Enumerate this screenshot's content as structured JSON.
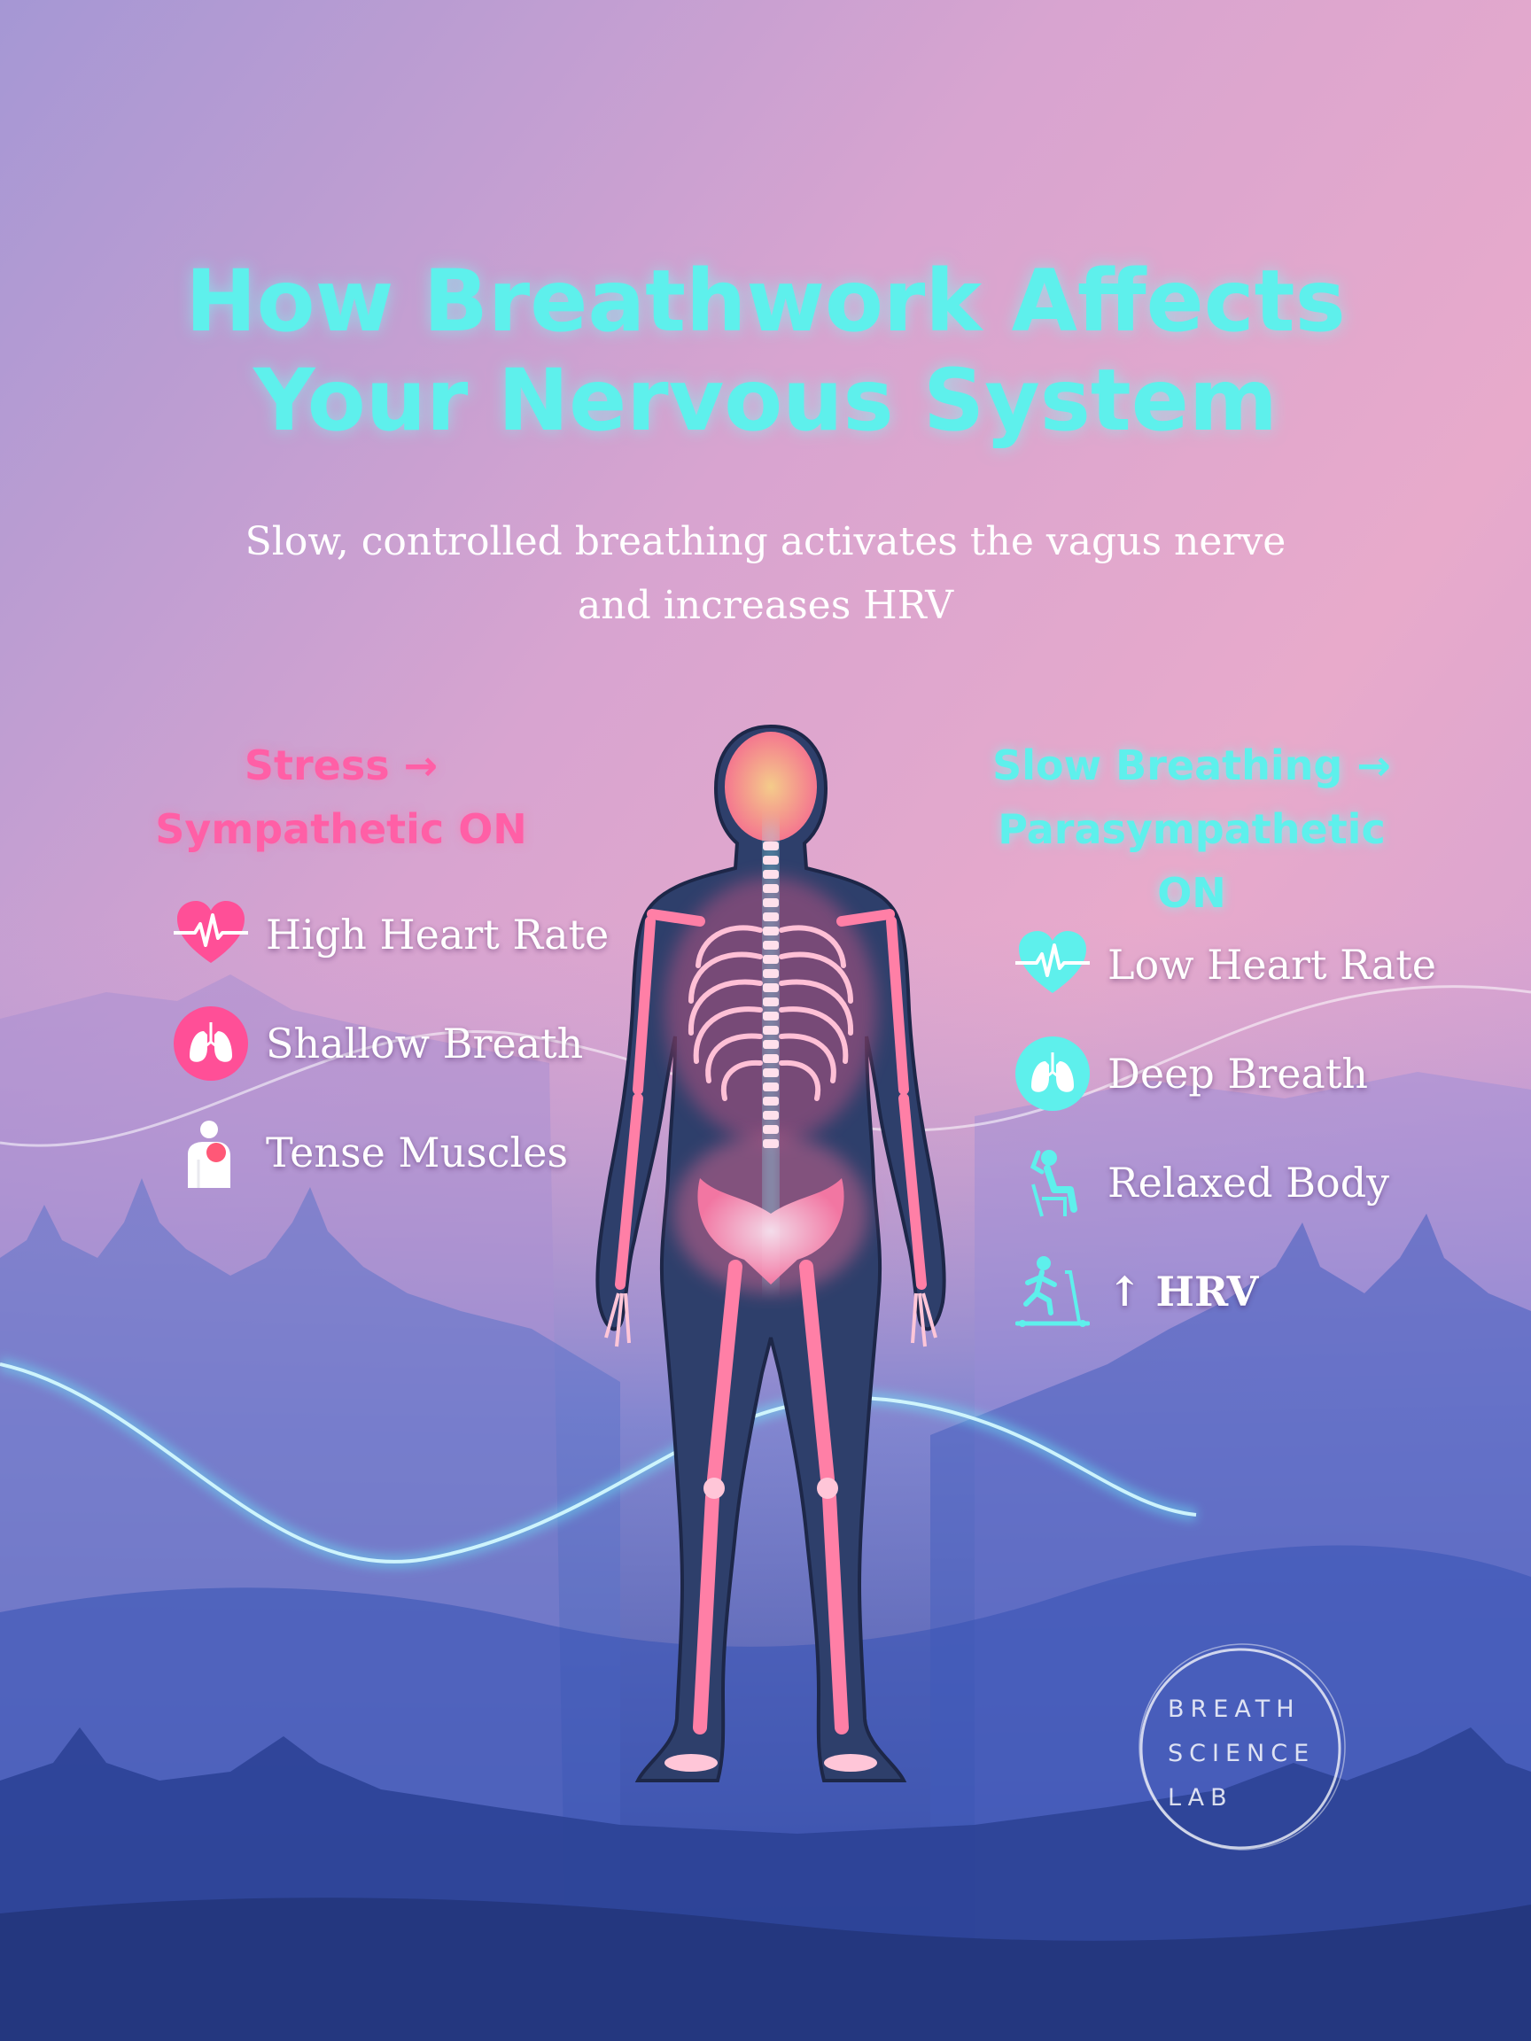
{
  "title": {
    "line1": "How Breathwork Affects",
    "line2": "Your Nervous System"
  },
  "subtitle": {
    "line1": "Slow, controlled breathing activates the vagus nerve",
    "line2": "and increases HRV"
  },
  "stress": {
    "heading": {
      "line1": "Stress →",
      "line2": "Sympathetic ON"
    },
    "color": "#ff5fa6",
    "items": [
      {
        "label": "High Heart Rate",
        "icon": "heart-rate-icon"
      },
      {
        "label": "Shallow Breath",
        "icon": "lungs-icon"
      },
      {
        "label": "Tense Muscles",
        "icon": "tense-shoulder-icon"
      }
    ]
  },
  "calm": {
    "heading": {
      "line1": "Slow Breathing →",
      "line2": "Parasympathetic",
      "line3": "ON"
    },
    "color": "#5ef0ec",
    "items": [
      {
        "label": "Low Heart Rate",
        "icon": "heart-rate-icon"
      },
      {
        "label": "Deep Breath",
        "icon": "lungs-icon"
      },
      {
        "label": "Relaxed Body",
        "icon": "relaxed-person-icon"
      },
      {
        "label": "↑ HRV",
        "icon": "treadmill-runner-icon"
      }
    ]
  },
  "logo": {
    "line1": "BREATH",
    "line2": "SCIENCE",
    "line3": "LAB"
  }
}
